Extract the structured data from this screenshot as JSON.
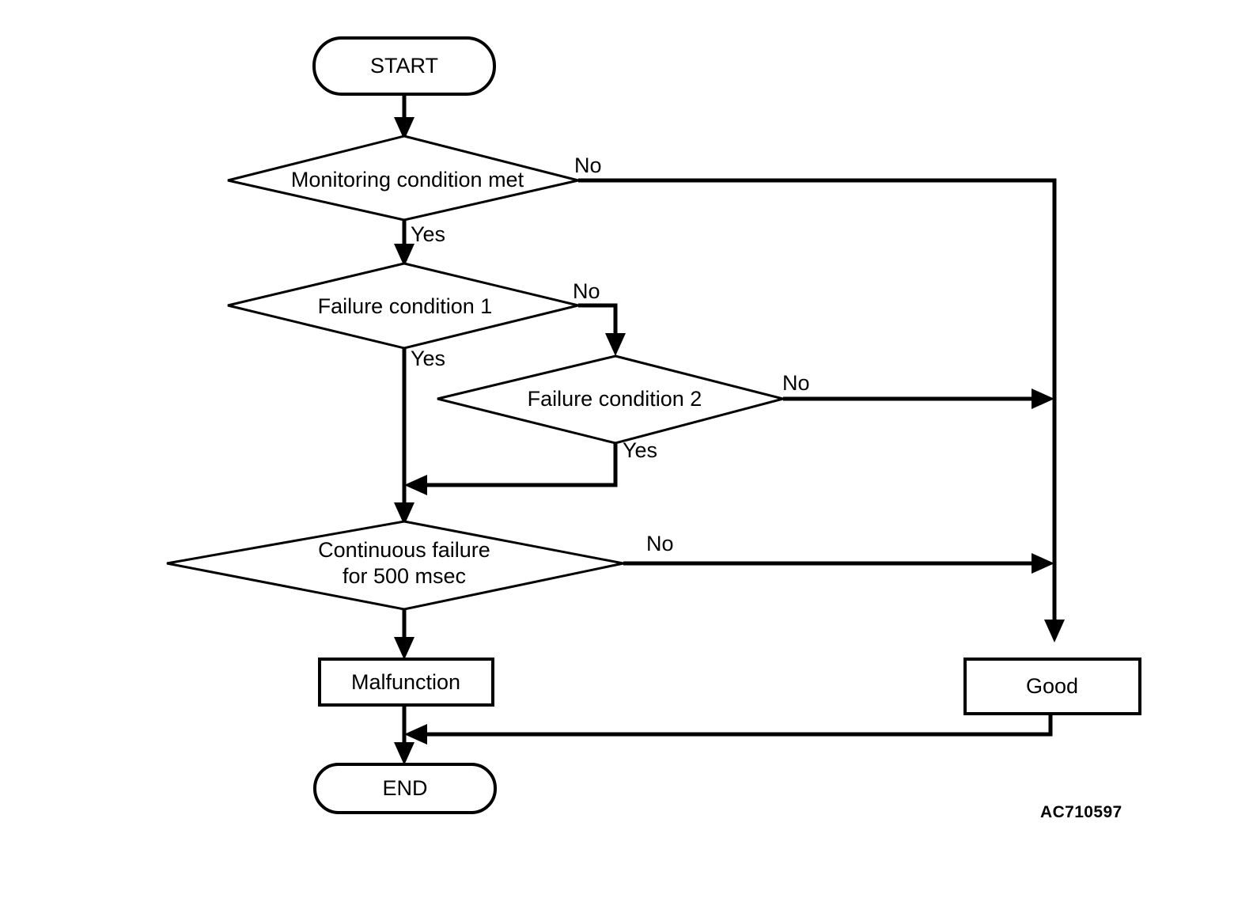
{
  "diagram": {
    "type": "flowchart",
    "reference_label": "AC710597",
    "background_color": "#ffffff",
    "line_color": "#000000",
    "nodes": [
      {
        "id": "start",
        "shape": "terminator",
        "label": "START"
      },
      {
        "id": "monitoring",
        "shape": "decision",
        "label": "Monitoring condition met"
      },
      {
        "id": "fail1",
        "shape": "decision",
        "label": "Failure condition 1"
      },
      {
        "id": "fail2",
        "shape": "decision",
        "label": "Failure condition 2"
      },
      {
        "id": "continuous",
        "shape": "decision",
        "label_line1": "Continuous failure",
        "label_line2": "for 500 msec"
      },
      {
        "id": "malfunction",
        "shape": "process",
        "label": "Malfunction"
      },
      {
        "id": "good",
        "shape": "process",
        "label": "Good"
      },
      {
        "id": "end",
        "shape": "terminator",
        "label": "END"
      }
    ],
    "edges": [
      {
        "from": "start",
        "to": "monitoring",
        "label": ""
      },
      {
        "from": "monitoring",
        "to": "good",
        "label": "No"
      },
      {
        "from": "monitoring",
        "to": "fail1",
        "label": "Yes"
      },
      {
        "from": "fail1",
        "to": "fail2",
        "label": "No"
      },
      {
        "from": "fail1",
        "to": "continuous",
        "label": "Yes"
      },
      {
        "from": "fail2",
        "to": "good",
        "label": "No"
      },
      {
        "from": "fail2",
        "to": "continuous",
        "label": "Yes"
      },
      {
        "from": "continuous",
        "to": "good",
        "label": "No"
      },
      {
        "from": "continuous",
        "to": "malfunction",
        "label": ""
      },
      {
        "from": "malfunction",
        "to": "end",
        "label": ""
      },
      {
        "from": "good",
        "to": "end",
        "label": ""
      }
    ],
    "branch_labels": {
      "monitoring_no": "No",
      "monitoring_yes": "Yes",
      "fail1_no": "No",
      "fail1_yes": "Yes",
      "fail2_no": "No",
      "fail2_yes": "Yes",
      "continuous_no": "No"
    }
  }
}
